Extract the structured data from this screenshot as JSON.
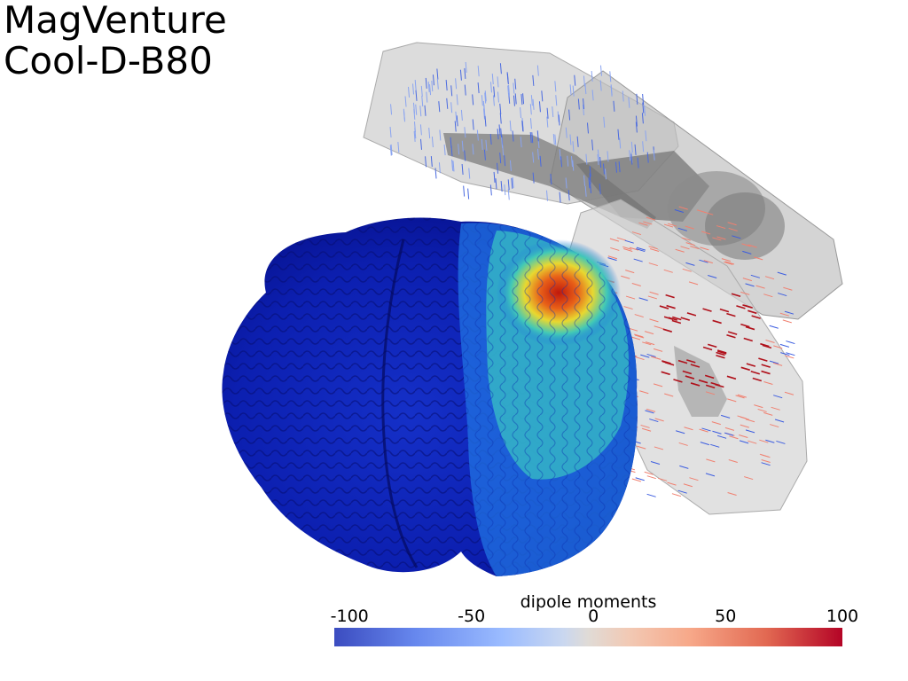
{
  "title": {
    "line1": "MagVenture",
    "line2": "Cool-D-B80"
  },
  "colorbar": {
    "label": "dipole moments",
    "ticks": [
      "-100",
      "-50",
      "0",
      "50",
      "100"
    ],
    "tick_values": [
      -100,
      -50,
      0,
      50,
      100
    ],
    "range": [
      -100,
      100
    ],
    "colormap": [
      "#3b4cc0",
      "#9abbff",
      "#dddcdc",
      "#f7a889",
      "#b40426"
    ]
  },
  "scene": {
    "objects": [
      "brain-surface",
      "tms-coil",
      "dipole-arrows"
    ],
    "brain_colormap": [
      "#1a1ab8",
      "#1e6fe0",
      "#2fc8c8",
      "#e8e030",
      "#d02010"
    ],
    "coil_color": "#8a8a8a"
  }
}
